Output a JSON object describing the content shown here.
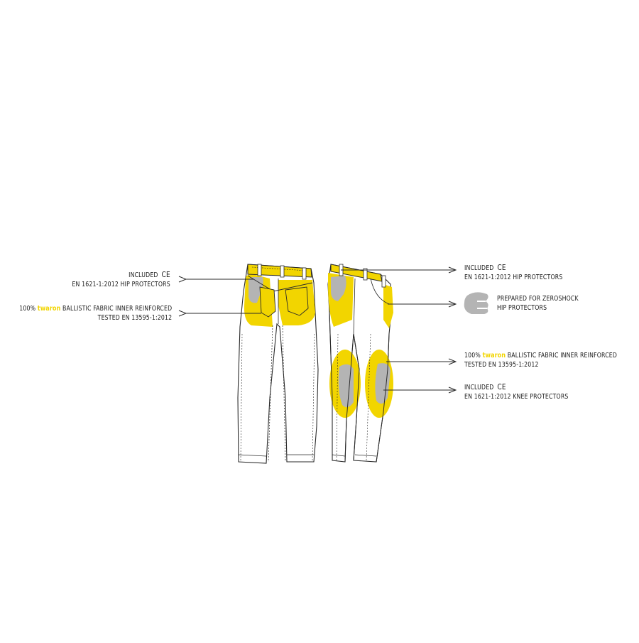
{
  "callouts": {
    "left_hip": {
      "line1": "INCLUDED",
      "mark": "CE",
      "line2": "EN 1621-1:2012 HIP PROTECTORS"
    },
    "left_fabric": {
      "prefix": "100%",
      "brand": "twaron",
      "line1_rest": "BALLISTIC FABRIC INNER REINFORCED",
      "line2": "TESTED EN 13595-1:2012"
    },
    "right_hip": {
      "line1": "INCLUDED",
      "mark": "CE",
      "line2": "EN 1621-1:2012 HIP PROTECTORS"
    },
    "right_zeroshock": {
      "line1": "PREPARED FOR ZEROSHOCK",
      "line2": "HIP PROTECTORS"
    },
    "right_fabric": {
      "prefix": "100%",
      "brand": "twaron",
      "line1_rest": "BALLISTIC FABRIC INNER REINFORCED",
      "line2": "TESTED EN 13595-1:2012"
    },
    "right_knee": {
      "line1": "INCLUDED",
      "mark": "CE",
      "line2": "EN 1621-1:2012 KNEE PROTECTORS"
    }
  },
  "colors": {
    "reinforcement": "#f2d500",
    "protector": "#b4b4b4",
    "outline": "#2a2a2a",
    "background": "#ffffff"
  },
  "icons": {
    "zeroshock": "zeroshock-hip-protector-icon"
  }
}
